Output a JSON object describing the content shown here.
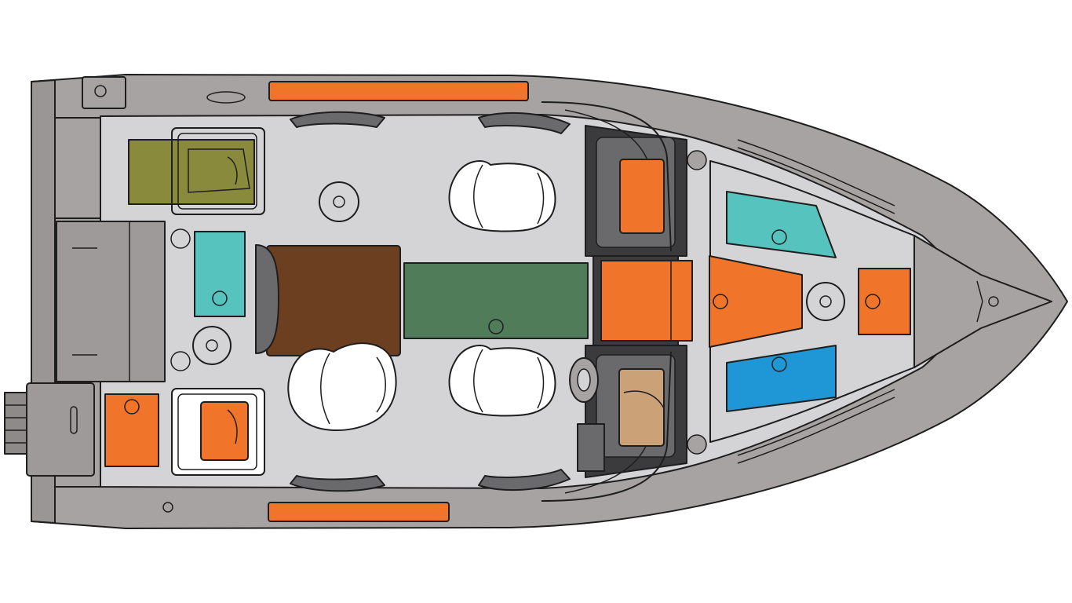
{
  "diagram": {
    "subject": "boat-deck-layout-top-view",
    "view": "top-down",
    "colors": {
      "hull": "#a8a3a3",
      "hull_dark": "#8f8a8a",
      "deck": "#d4d4d6",
      "outline": "#1e1e1e",
      "seat": "#ffffff",
      "orange_storage": "#f0752a",
      "teal_storage": "#56c3be",
      "blue_storage": "#1f96d6",
      "olive_storage": "#8a8a3c",
      "brown_storage": "#6b3f20",
      "green_storage": "#507c5a",
      "tan_storage": "#cba277"
    },
    "compartments": [
      {
        "id": "port-gunwale-rod-locker",
        "color_key": "orange_storage"
      },
      {
        "id": "starboard-gunwale-rod-locker",
        "color_key": "orange_storage"
      },
      {
        "id": "aft-port-seat-storage",
        "color_key": "olive_storage"
      },
      {
        "id": "aft-starboard-seat-storage",
        "color_key": "orange_storage"
      },
      {
        "id": "aft-livewell",
        "color_key": "teal_storage"
      },
      {
        "id": "aft-starboard-corner-storage",
        "color_key": "orange_storage"
      },
      {
        "id": "center-cooler-storage",
        "color_key": "brown_storage"
      },
      {
        "id": "center-floor-storage",
        "color_key": "green_storage"
      },
      {
        "id": "port-console-storage",
        "color_key": "orange_storage"
      },
      {
        "id": "walkthrough-storage",
        "color_key": "orange_storage"
      },
      {
        "id": "starboard-console-glovebox",
        "color_key": "tan_storage"
      },
      {
        "id": "bow-port-livewell",
        "color_key": "teal_storage"
      },
      {
        "id": "bow-center-storage",
        "color_key": "orange_storage"
      },
      {
        "id": "bow-front-storage",
        "color_key": "orange_storage"
      },
      {
        "id": "bow-starboard-livewell",
        "color_key": "blue_storage"
      }
    ],
    "seats": [
      {
        "id": "helm-seat-port"
      },
      {
        "id": "helm-seat-starboard"
      },
      {
        "id": "rear-seat-starboard"
      },
      {
        "id": "aft-jump-seat-port"
      },
      {
        "id": "aft-jump-seat-starboard"
      }
    ]
  }
}
